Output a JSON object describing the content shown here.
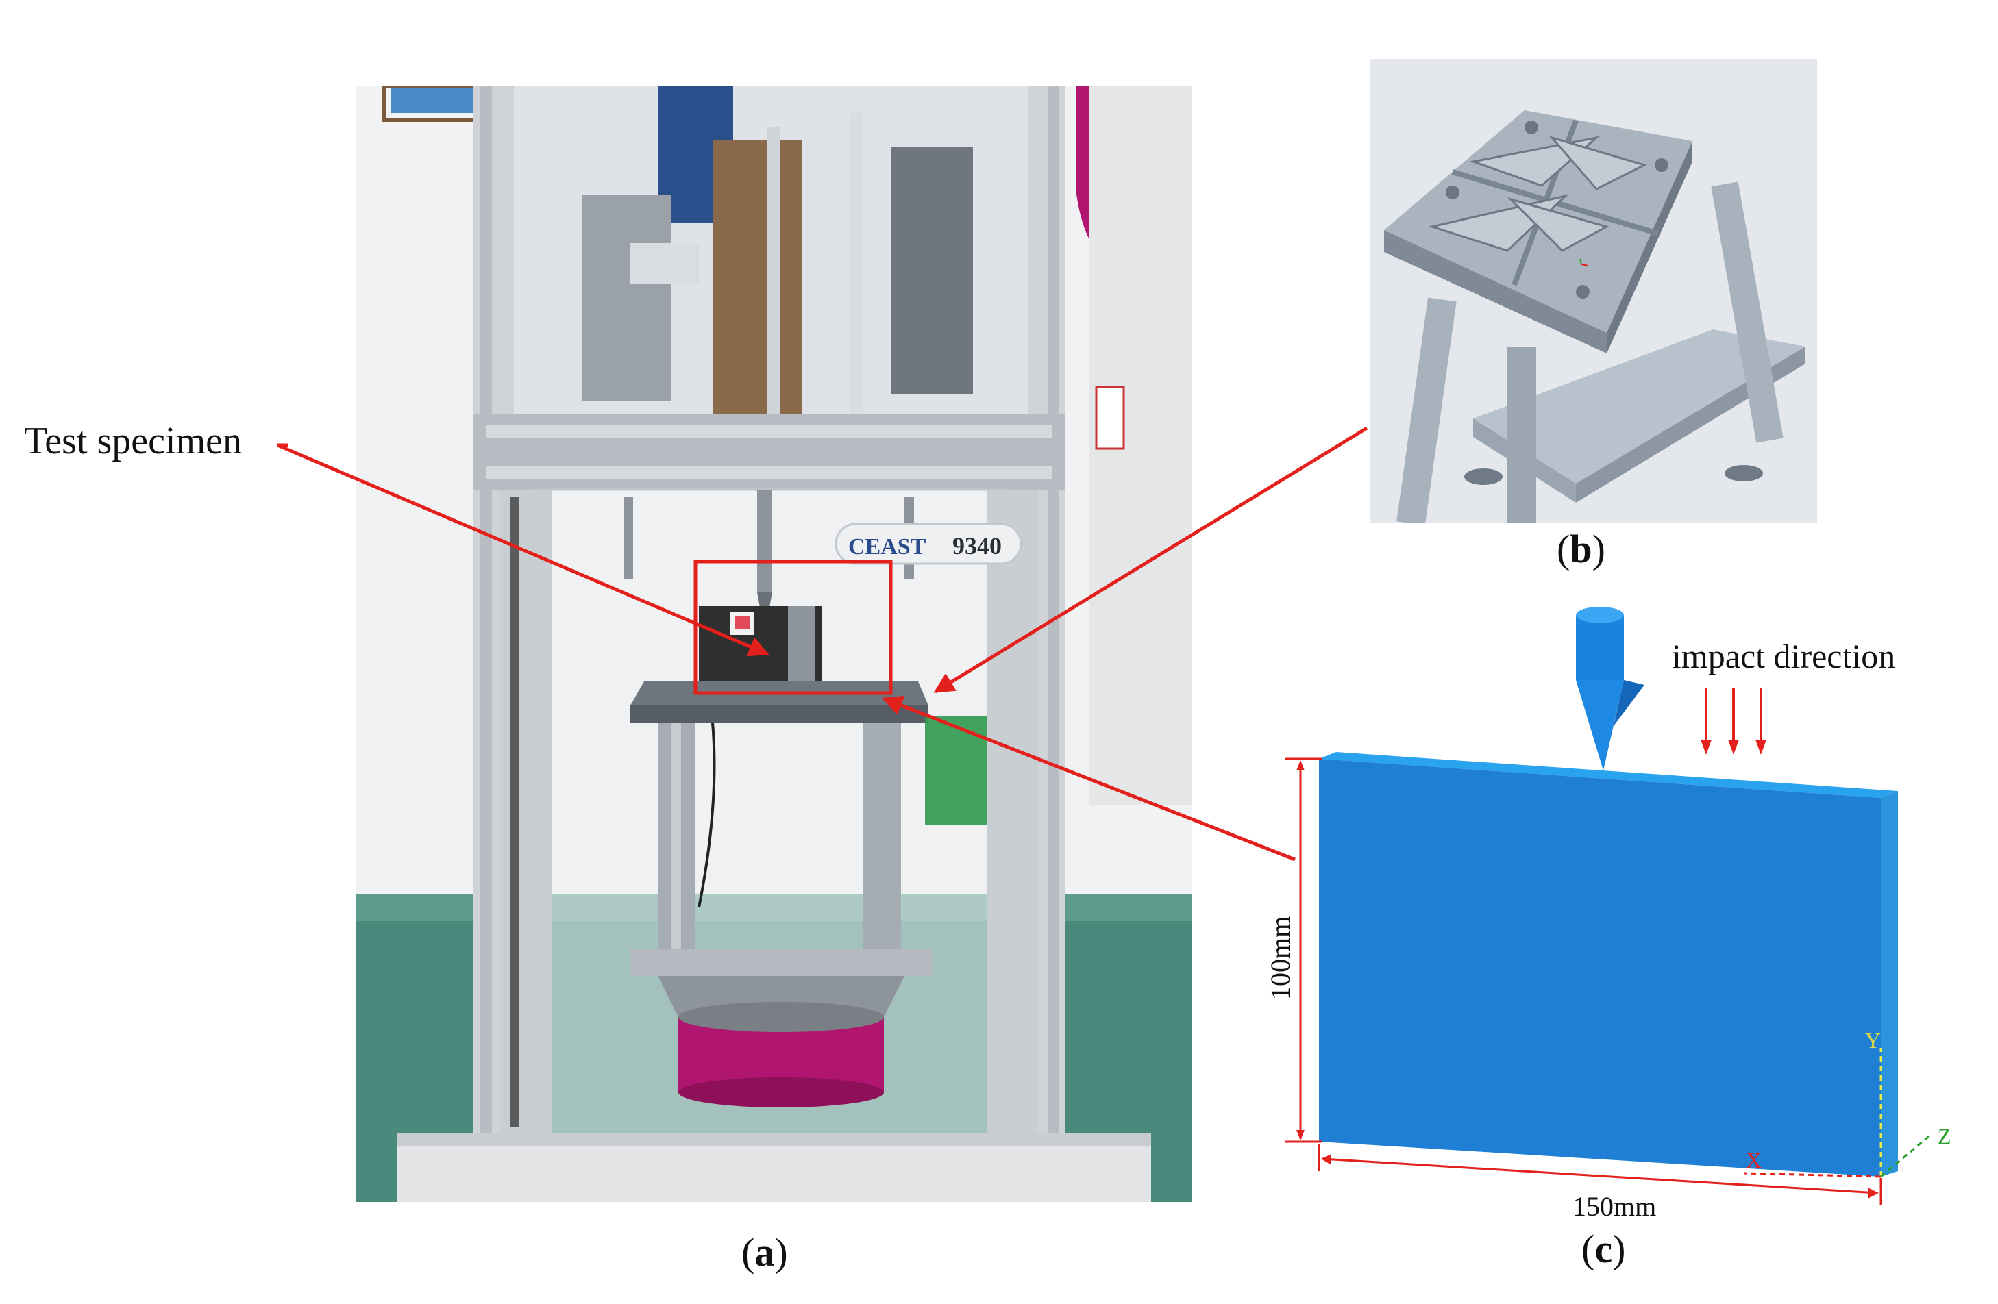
{
  "figure": {
    "panel_a": {
      "caption_open": "(",
      "caption_letter": "a",
      "caption_close": ")",
      "callout_label": "Test specimen",
      "machine_brand": "CEAST",
      "machine_model": "9340"
    },
    "panel_b": {
      "caption_open": "(",
      "caption_letter": "b",
      "caption_close": ")"
    },
    "panel_c": {
      "caption_open": "(",
      "caption_letter": "c",
      "caption_close": ")",
      "impact_label": "impact direction",
      "height_label": "100mm",
      "width_label": "150mm",
      "axis_x": "X",
      "axis_y": "Y",
      "axis_z": "Z"
    }
  },
  "colors": {
    "annotation_red": "#e3201b",
    "specimen_blue": "#1e7fd4",
    "specimen_edge": "#2aa3ee",
    "fixture_grey": "#a9b1bc",
    "magenta_base": "#b0166f"
  }
}
